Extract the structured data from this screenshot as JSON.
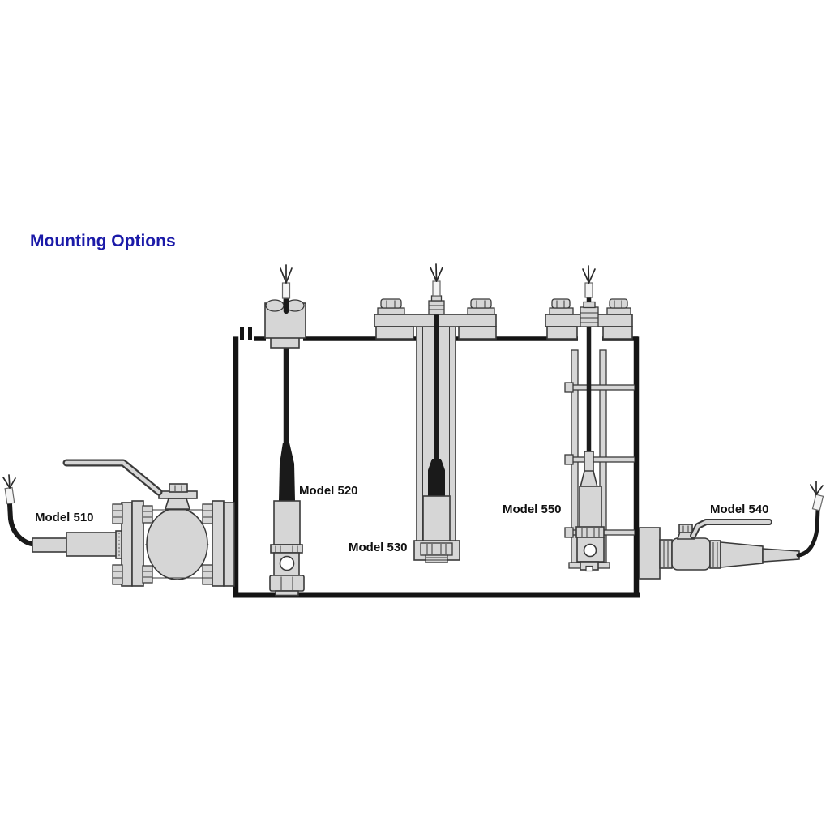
{
  "title": {
    "text": "Mounting Options",
    "color": "#1b1aa8"
  },
  "diagram": {
    "kind": "sensor mounting options on tank cross-section",
    "labels": [
      {
        "id": "model-510",
        "text": "Model 510"
      },
      {
        "id": "model-520",
        "text": "Model 520"
      },
      {
        "id": "model-530",
        "text": "Model 530"
      },
      {
        "id": "model-550",
        "text": "Model 550"
      },
      {
        "id": "model-540",
        "text": "Model 540"
      }
    ],
    "colors": {
      "title_blue": "#1b1aa8",
      "label_black": "#111111",
      "metal_gray": "#d6d6d6",
      "outline_gray": "#3a3a3a",
      "tank_black": "#141414",
      "cable_black": "#1a1a1a"
    }
  }
}
